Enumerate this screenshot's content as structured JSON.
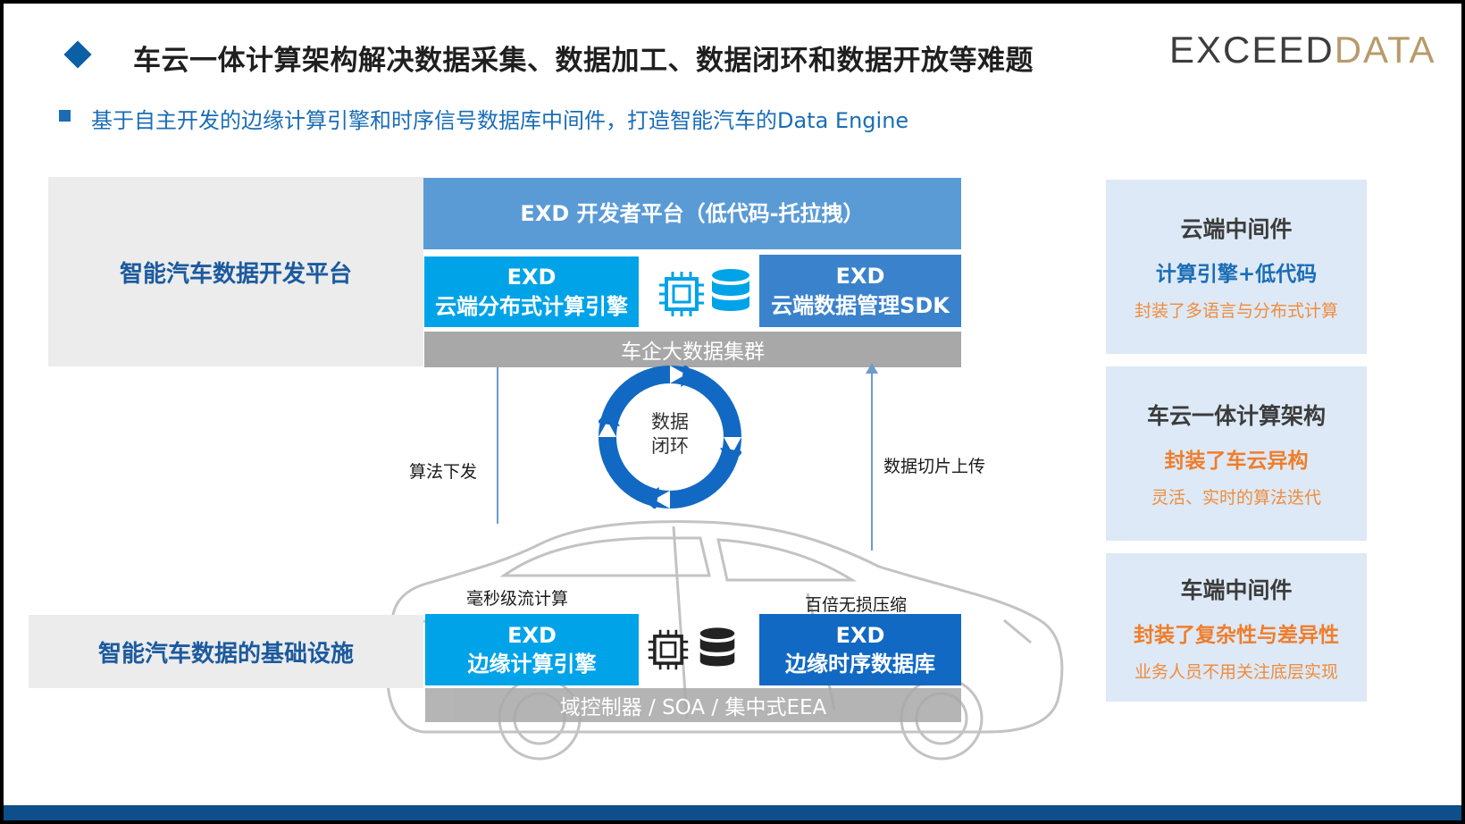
{
  "header": {
    "title": "车云一体计算架构解决数据采集、数据加工、数据闭环和数据开放等难题",
    "logo_part1": "EXCEED",
    "logo_part2": "DATA"
  },
  "subtitle": "基于自主开发的边缘计算引擎和时序信号数据库中间件，打造智能汽车的Data Engine",
  "cloud": {
    "left_label": "智能汽车数据开发平台",
    "dev_platform": "EXD 开发者平台（低代码-托拉拽）",
    "engine": {
      "line1": "EXD",
      "line2": "云端分布式计算引擎"
    },
    "sdk": {
      "line1": "EXD",
      "line2": "云端数据管理SDK"
    },
    "cluster": "车企大数据集群"
  },
  "middle": {
    "cycle_line1": "数据",
    "cycle_line2": "闭环",
    "left_arrow_label": "算法下发",
    "right_arrow_label": "数据切片上传"
  },
  "vehicle": {
    "left_label": "智能汽车数据的基础设施",
    "stream_label": "毫秒级流计算",
    "compress_label": "百倍无损压缩",
    "edge_engine": {
      "line1": "EXD",
      "line2": "边缘计算引擎"
    },
    "edge_db": {
      "line1": "EXD",
      "line2": "边缘时序数据库"
    },
    "platform_bar": "域控制器 / SOA / 集中式EEA"
  },
  "side_cards": [
    {
      "heading": "云端中间件",
      "main": "计算引擎+低代码",
      "sub": "封装了多语言与分布式计算",
      "main_color": "#1a6db5"
    },
    {
      "heading": "车云一体计算架构",
      "main": "封装了车云异构",
      "sub": "灵活、实时的算法迭代",
      "main_color": "#f07d2a"
    },
    {
      "heading": "车端中间件",
      "main": "封装了复杂性与差异性",
      "sub": "业务人员不用关注底层实现",
      "main_color": "#f07d2a"
    }
  ],
  "colors": {
    "title_blue": "#1a6db5",
    "cyan_box": "#00a3e8",
    "dark_box": "#1269c3",
    "top_bar": "#5b9bd5",
    "accent_orange": "#f07d2a",
    "footer": "#0d4e8b"
  },
  "icons": [
    "chip-icon",
    "database-icon",
    "refresh-cycle-icon"
  ]
}
